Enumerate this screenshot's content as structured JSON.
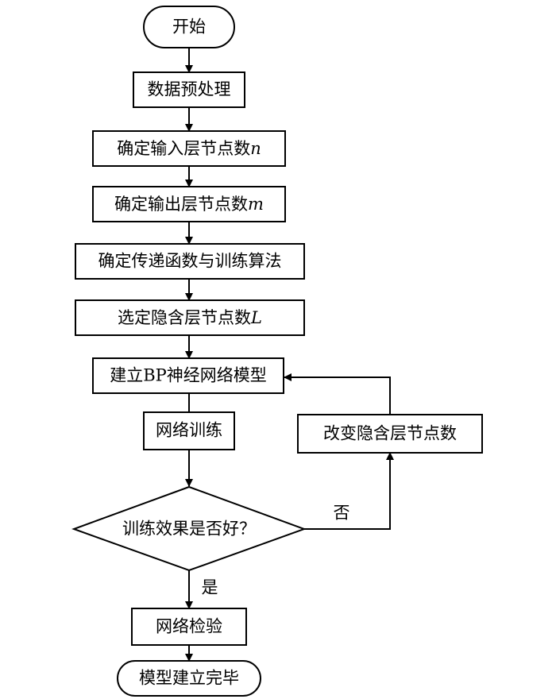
{
  "nodes": {
    "start": {
      "text": "开始"
    },
    "preprocess": {
      "text": "数据预处理"
    },
    "input_nodes": {
      "text": "确定输入层节点数",
      "var": "n"
    },
    "output_nodes": {
      "text": "确定输出层节点数",
      "var": "m"
    },
    "transfer": {
      "text": "确定传递函数与训练算法"
    },
    "hidden_nodes": {
      "text": "选定隐含层节点数",
      "var": "L"
    },
    "build_model": {
      "text": "建立BP神经网络模型"
    },
    "train": {
      "text": "网络训练"
    },
    "decision": {
      "text": "训练效果是否好？"
    },
    "change_hidden": {
      "text": "改变隐含层节点数"
    },
    "verify": {
      "text": "网络检验"
    },
    "end": {
      "text": "模型建立完毕"
    }
  },
  "edge_labels": {
    "no": "否",
    "yes": "是"
  }
}
